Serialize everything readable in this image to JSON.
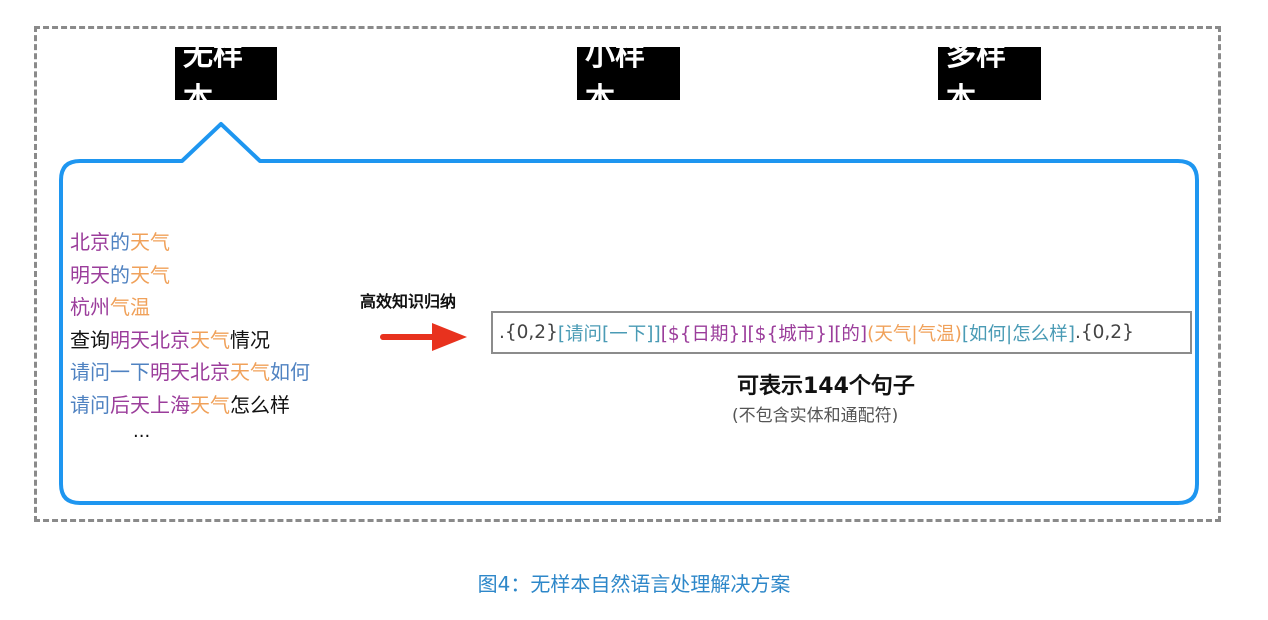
{
  "tabs": {
    "zero_shot": "无样本",
    "few_shot": "小样本",
    "many_shot": "多样本"
  },
  "colors": {
    "bubble_border": "#1e96f0",
    "purple": "#9b3d9b",
    "orange": "#f0a15a",
    "blue": "#4f82c1",
    "teal": "#4a9bb5",
    "arrow": "#e8321e",
    "caption": "#2d87c9"
  },
  "samples": [
    [
      {
        "t": "北京",
        "c": "c-p"
      },
      {
        "t": "的",
        "c": "c-b"
      },
      {
        "t": "天气",
        "c": "c-o"
      }
    ],
    [
      {
        "t": "明天",
        "c": "c-p"
      },
      {
        "t": "的",
        "c": "c-b"
      },
      {
        "t": "天气",
        "c": "c-o"
      }
    ],
    [
      {
        "t": "杭州",
        "c": "c-p"
      },
      {
        "t": "气温",
        "c": "c-o"
      }
    ],
    [
      {
        "t": "查询",
        "c": "c-k"
      },
      {
        "t": "明天北京",
        "c": "c-p"
      },
      {
        "t": "天气",
        "c": "c-o"
      },
      {
        "t": "情况",
        "c": "c-k"
      }
    ],
    [
      {
        "t": "请问一下",
        "c": "c-b"
      },
      {
        "t": "明天北京",
        "c": "c-p"
      },
      {
        "t": "天气",
        "c": "c-o"
      },
      {
        "t": "如何",
        "c": "c-b"
      }
    ],
    [
      {
        "t": "请问",
        "c": "c-b"
      },
      {
        "t": "后天上海",
        "c": "c-p"
      },
      {
        "t": "天气",
        "c": "c-o"
      },
      {
        "t": "怎么样",
        "c": "c-k"
      }
    ]
  ],
  "ellipsis": "...",
  "arrow_label": "高效知识归纳",
  "pattern": [
    {
      "t": ".{0,2}",
      "c": "t-g"
    },
    {
      "t": "[请问[一下]]",
      "c": "t-b"
    },
    {
      "t": "[${日期}]",
      "c": "t-p"
    },
    {
      "t": "[${城市}]",
      "c": "t-p"
    },
    {
      "t": "[的]",
      "c": "t-p"
    },
    {
      "t": "(天气|气温)",
      "c": "t-o"
    },
    {
      "t": "[如何|怎么样]",
      "c": "t-b"
    },
    {
      "t": ".{0,2}",
      "c": "t-g"
    }
  ],
  "result": "可表示144个句子",
  "result_note": "(不包含实体和通配符)",
  "caption": "图4：无样本自然语言处理解决方案"
}
